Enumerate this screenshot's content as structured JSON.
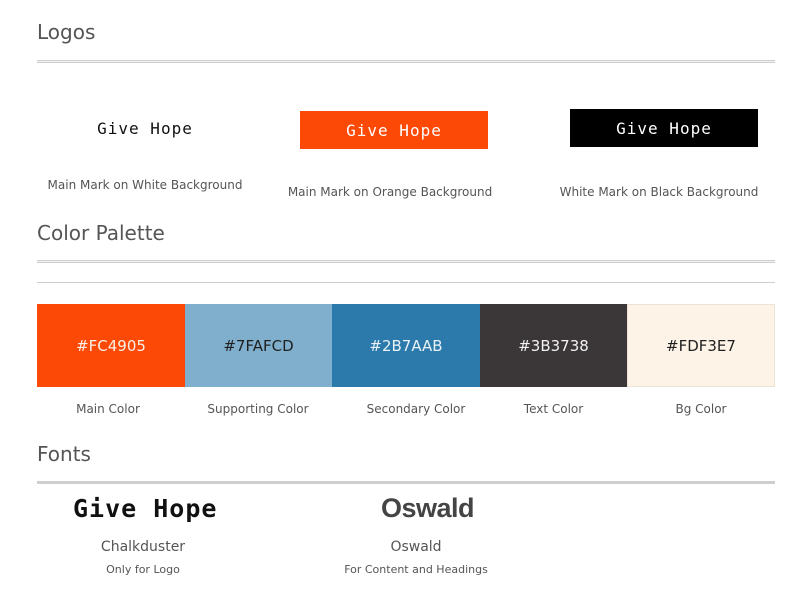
{
  "logos": {
    "title": "Logos",
    "items": [
      {
        "mark": "Give Hope",
        "caption": "Main Mark on White Background"
      },
      {
        "mark": "Give Hope",
        "caption": "Main Mark on Orange Background"
      },
      {
        "mark": "Give Hope",
        "caption": "White Mark on Black Background"
      }
    ]
  },
  "palette": {
    "title": "Color Palette",
    "swatches": [
      {
        "hex": "#FC4905",
        "label": "Main Color",
        "bg": "#FC4905",
        "fg": "#f7f1e8"
      },
      {
        "hex": "#7FAFCD",
        "label": "Supporting Color",
        "bg": "#7FAFCD",
        "fg": "#1f1f1f"
      },
      {
        "hex": "#2B7AAB",
        "label": "Secondary Color",
        "bg": "#2B7AAB",
        "fg": "#eaf2f7"
      },
      {
        "hex": "#3B3738",
        "label": "Text Color",
        "bg": "#3B3738",
        "fg": "#f2f2f2"
      },
      {
        "hex": "#FDF3E7",
        "label": "Bg Color",
        "bg": "#FDF3E7",
        "fg": "#1f1f1f"
      }
    ]
  },
  "fonts": {
    "title": "Fonts",
    "items": [
      {
        "sample": "Give Hope",
        "name": "Chalkduster",
        "usage": "Only for Logo"
      },
      {
        "sample": "Oswald",
        "name": "Oswald",
        "usage": "For Content and Headings"
      }
    ]
  }
}
